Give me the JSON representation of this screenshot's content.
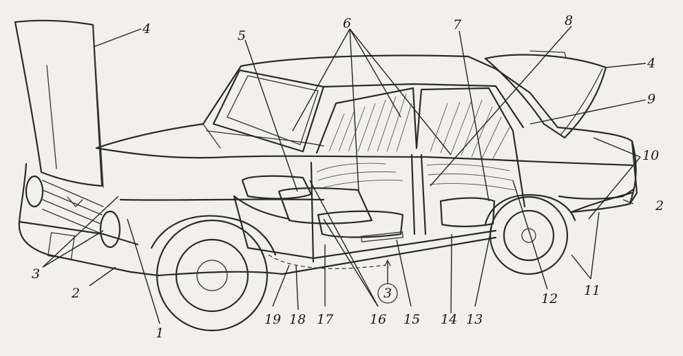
{
  "callouts": [
    {
      "id": "1",
      "text": "1"
    },
    {
      "id": "2a",
      "text": "2"
    },
    {
      "id": "2b",
      "text": "2"
    },
    {
      "id": "3a",
      "text": "3"
    },
    {
      "id": "3b",
      "text": "3"
    },
    {
      "id": "4a",
      "text": "4"
    },
    {
      "id": "4b",
      "text": "4"
    },
    {
      "id": "5",
      "text": "5"
    },
    {
      "id": "6",
      "text": "6"
    },
    {
      "id": "7",
      "text": "7"
    },
    {
      "id": "8",
      "text": "8"
    },
    {
      "id": "9",
      "text": "9"
    },
    {
      "id": "10",
      "text": "10"
    },
    {
      "id": "11",
      "text": "11"
    },
    {
      "id": "12",
      "text": "12"
    },
    {
      "id": "13",
      "text": "13"
    },
    {
      "id": "14",
      "text": "14"
    },
    {
      "id": "15",
      "text": "15"
    },
    {
      "id": "16",
      "text": "16"
    },
    {
      "id": "17",
      "text": "17"
    },
    {
      "id": "18",
      "text": "18"
    },
    {
      "id": "19",
      "text": "19"
    }
  ],
  "colors": {
    "line": "#2a2a2a",
    "paper": "#f1f0ec"
  }
}
